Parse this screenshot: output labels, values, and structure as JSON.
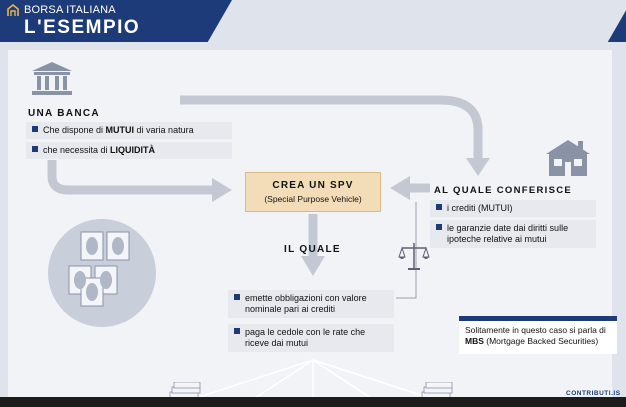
{
  "header": {
    "brand_name": "BORSA ITALIANA",
    "title": "L'ESEMPIO"
  },
  "bank": {
    "title": "UNA BANCA",
    "items": [
      {
        "prefix": "Che dispone di ",
        "bold": "MUTUI",
        "suffix": " di varia natura"
      },
      {
        "prefix": "che necessita di ",
        "bold": "LIQUIDITÀ",
        "suffix": ""
      }
    ]
  },
  "spv": {
    "title": "CREA UN SPV",
    "subtitle": "(Special Purpose Vehicle)"
  },
  "transfer": {
    "title": "AL QUALE CONFERISCE",
    "items": [
      "i crediti (MUTUI)",
      "le garanzie date dai diritti sulle ipoteche relative ai mutui"
    ]
  },
  "which": {
    "title": "IL QUALE",
    "items": [
      "emette obbligazioni con valore nominale pari ai crediti",
      "paga le cedole con le rate che riceve dai mutui"
    ]
  },
  "note": {
    "prefix": "Solitamente in questo caso si parla di ",
    "bold": "MBS",
    "suffix": " (Mortgage Backed Securities)"
  },
  "credit": "CONTRIBUTI.IS",
  "colors": {
    "brand_blue": "#1c3b78",
    "spv_fill": "#f3ddb9",
    "arrow_gray": "#c3c8d3",
    "panel": "#f2f3f7"
  },
  "icons": [
    "bank-building-icon",
    "house-icon",
    "scales-icon",
    "documents-icon",
    "bond-stack-icon"
  ]
}
